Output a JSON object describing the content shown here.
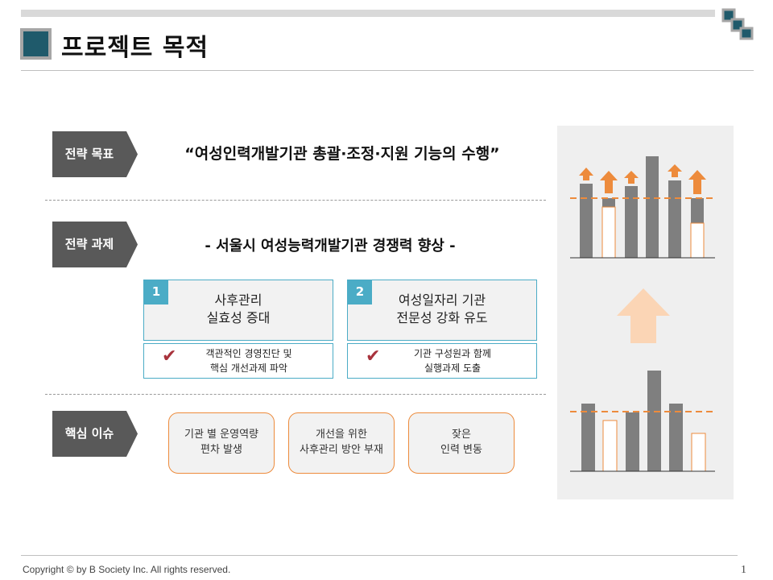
{
  "slide": {
    "title": "프로젝트 목적",
    "page_number": "1",
    "copyright": "Copyright © by B Society Inc. All rights reserved."
  },
  "rows": {
    "goal": {
      "label": "전략 목표",
      "text": "“여성인력개발기관 총괄·조정·지원 기능의 수행”"
    },
    "task": {
      "label": "전략 과제",
      "text": "- 서울시 여성능력개발기관 경쟁력 향상 -"
    },
    "issue": {
      "label": "핵심 이슈"
    }
  },
  "tasks": [
    {
      "number": "1",
      "title_line1": "사후관리",
      "title_line2": "실효성 증대",
      "detail_line1": "객관적인 경영진단 및",
      "detail_line2": "핵심 개선과제 파악"
    },
    {
      "number": "2",
      "title_line1": "여성일자리 기관",
      "title_line2": "전문성 강화 유도",
      "detail_line1": "기관 구성원과 함께",
      "detail_line2": "실행과제 도출"
    }
  ],
  "issues": [
    {
      "line1": "기관 별 운영역량",
      "line2": "편차 발생"
    },
    {
      "line1": "개선을 위한",
      "line2": "사후관리 방안 부재"
    },
    {
      "line1": "잦은",
      "line2": "인력 변동"
    }
  ],
  "illustration": {
    "colors": {
      "bar": "#7f7f7f",
      "orange": "#ed8b3c",
      "panel": "#efefef",
      "arrow": "#fbd5b5"
    },
    "top_bar_levels": [
      0.38,
      0.36,
      0.37,
      0.5,
      0.39,
      0.3
    ],
    "bottom_bar_levels": [
      0.35,
      0.31,
      0.29,
      0.5,
      0.35,
      0.19
    ]
  },
  "colors": {
    "accent": "#4bacc6",
    "label_bg": "#595959",
    "title_square": "#1f5a6b",
    "check": "#a8323c"
  }
}
